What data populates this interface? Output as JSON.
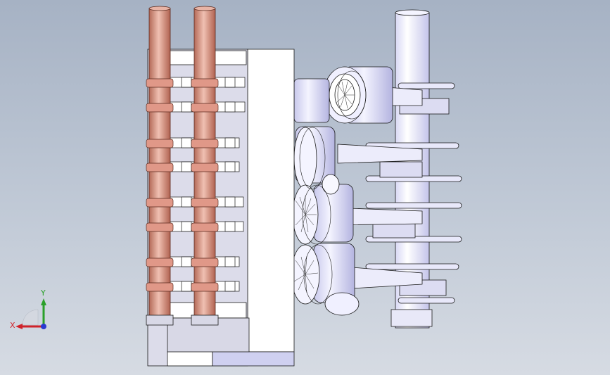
{
  "viewport": {
    "background_top": "#a6b2c4",
    "background_bottom": "#d6dbe3"
  },
  "model": {
    "description_icon": "engine-assembly",
    "pipe_color": "#d08a78",
    "pipe_highlight": "#f0c0b2",
    "block_color": "#ffffff",
    "part_color": "#e4e4f6",
    "edge_color": "#1a1a1a",
    "selected_face_color": "#cfd0f0"
  },
  "triad": {
    "x_label": "X",
    "y_label": "Y",
    "x_color": "#d0232a",
    "y_color": "#2aa02a",
    "z_color": "#2a3ad0"
  }
}
